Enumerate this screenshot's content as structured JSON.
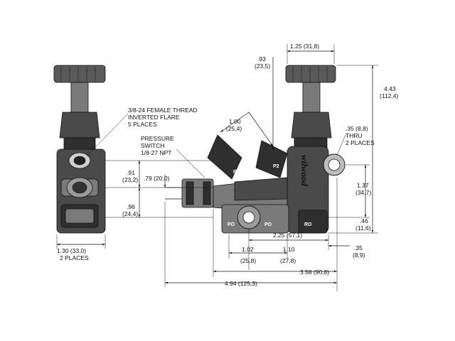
{
  "drawing": {
    "brand": "wilwood",
    "notes": {
      "flare_1": "3/8-24 FEMALE THREAD",
      "flare_2": "INVERTED FLARE",
      "flare_3": "5 PLACES",
      "switch_1": "PRESSURE",
      "switch_2": "SWITCH",
      "switch_3": "1/8-27 NPT",
      "thru_1": ".35 (8,8)",
      "thru_2": "THRU",
      "thru_3": "2 PLACES"
    },
    "dims": {
      "w130_1": "1.30 (33,0)",
      "w130_2": "2 PLACES",
      "d091_1": ".91",
      "d091_2": "(23,2)",
      "d079": ".79 (20,0)",
      "d096_1": ".96",
      "d096_2": "(24,4)",
      "d093_1": ".93",
      "d093_2": "(23,5)",
      "d125": "1.25 (31,8)",
      "d443_1": "4.43",
      "d443_2": "(112,4)",
      "d100_1": "1.00",
      "d100_2": "(25,4)",
      "d137_1": "1.37",
      "d137_2": "(34,7)",
      "d046_1": ".46",
      "d046_2": "(11,6)",
      "d225": "2.25 (57,1)",
      "d102_1": "1.02",
      "d102_2": "(25,8)",
      "d110_1": "1.10",
      "d110_2": "(27,8)",
      "d035_1": ".35",
      "d035_2": "(8,9)",
      "d358": "3.58 (90,8)",
      "d494": "4.94 (125,3)"
    },
    "ports": {
      "p1": "P1",
      "p2": "P2",
      "po_left": "PO",
      "po_right": "PO",
      "ro": "RO"
    }
  }
}
